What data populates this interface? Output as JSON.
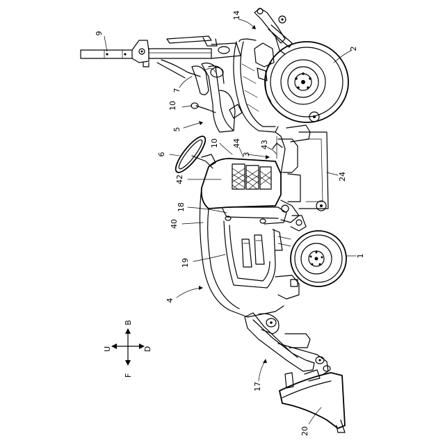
{
  "figure": {
    "labels": {
      "n1": "1",
      "n2": "2",
      "n3": "3",
      "n4": "4",
      "n5": "5",
      "n6": "6",
      "n7": "7",
      "n9": "9",
      "n10a": "10",
      "n10b": "10",
      "n14": "14",
      "n17": "17",
      "n18": "18",
      "n19": "19",
      "n20": "20",
      "n24": "24",
      "n40": "40",
      "n42": "42",
      "n43": "43",
      "n44": "44"
    },
    "direction_marker": {
      "up": "U",
      "back": "B",
      "down": "D",
      "front": "F"
    }
  }
}
